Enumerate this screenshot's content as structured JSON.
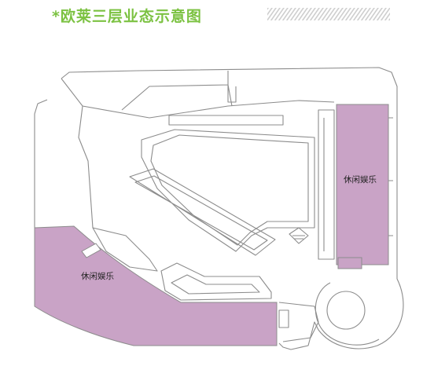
{
  "title": "*欧莱三层业态示意图",
  "colors": {
    "title": "#7cc242",
    "zone_fill": "#c9a3c6",
    "wall": "#8c8c8c",
    "background": "#ffffff"
  },
  "zones": [
    {
      "id": "east-block",
      "label": "休闲娱乐"
    },
    {
      "id": "southwest-block",
      "label": "休闲娱乐"
    }
  ]
}
